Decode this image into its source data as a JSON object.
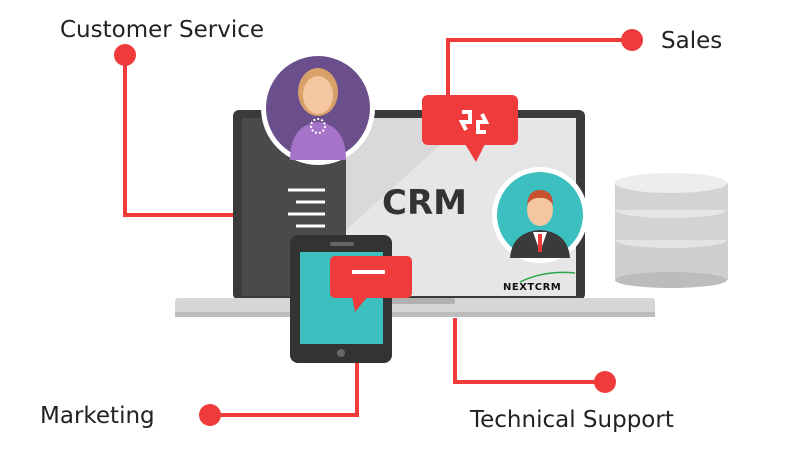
{
  "labels": {
    "customer_service": "Customer Service",
    "sales": "Sales",
    "marketing": "Marketing",
    "technical_support": "Technical Support"
  },
  "screen": {
    "title": "CRM",
    "logo": "NEXTCRM"
  },
  "icons": [
    "woman-avatar-icon",
    "man-avatar-icon",
    "chat-bubble-icon",
    "database-icon",
    "laptop-icon",
    "smartphone-icon"
  ],
  "colors": {
    "accent_red": "#ef3b3b",
    "teal": "#3bbfbf",
    "purple": "#6a4f8c",
    "dark_frame": "#3a3a3a"
  }
}
